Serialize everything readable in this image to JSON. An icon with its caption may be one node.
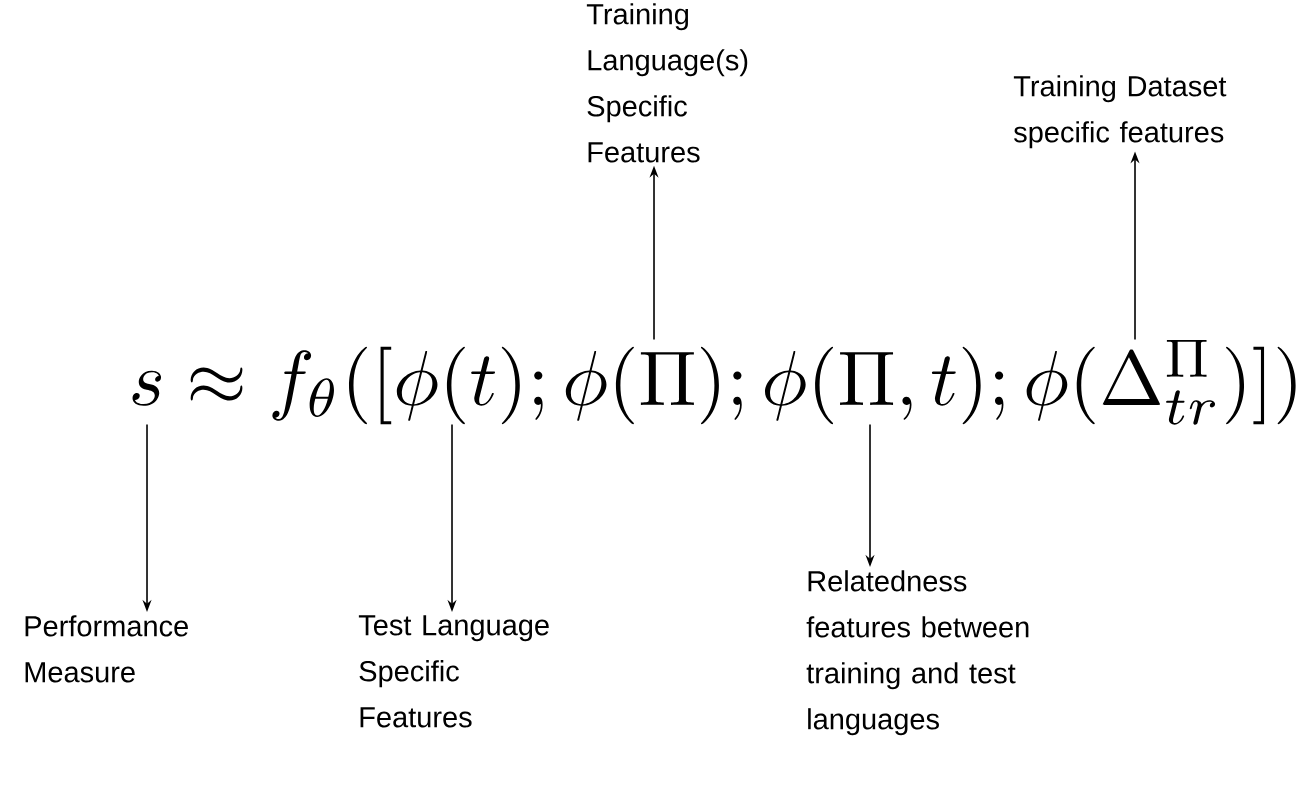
{
  "diagram": {
    "nodes": [
      {
        "text": [
          "Training Language(s) Specific Features"
        ]
      },
      {
        "text": [
          "Training Dataset specific features"
        ]
      },
      {
        "text": [
          "s \\approx f_{\\theta}([\\phi(t);\\phi(\\Pi);\\phi(\\Pi,t);\\phi(\\Delta^{\\Pi}_{tr})])"
        ]
      },
      {
        "text": [
          "Performance Measure"
        ]
      },
      {
        "text": [
          "Test Language Specific Features"
        ]
      },
      {
        "text": [
          "Relatedness features between training and test languages"
        ]
      }
    ],
    "edges": [
      {
        "from": 2,
        "to": 0,
        "arrow": "to"
      },
      {
        "from": 2,
        "to": 1,
        "arrow": "to"
      },
      {
        "from": 2,
        "to": 3,
        "arrow": "to"
      },
      {
        "from": 2,
        "to": 4,
        "arrow": "to"
      },
      {
        "from": 2,
        "to": 5,
        "arrow": "to"
      }
    ]
  }
}
